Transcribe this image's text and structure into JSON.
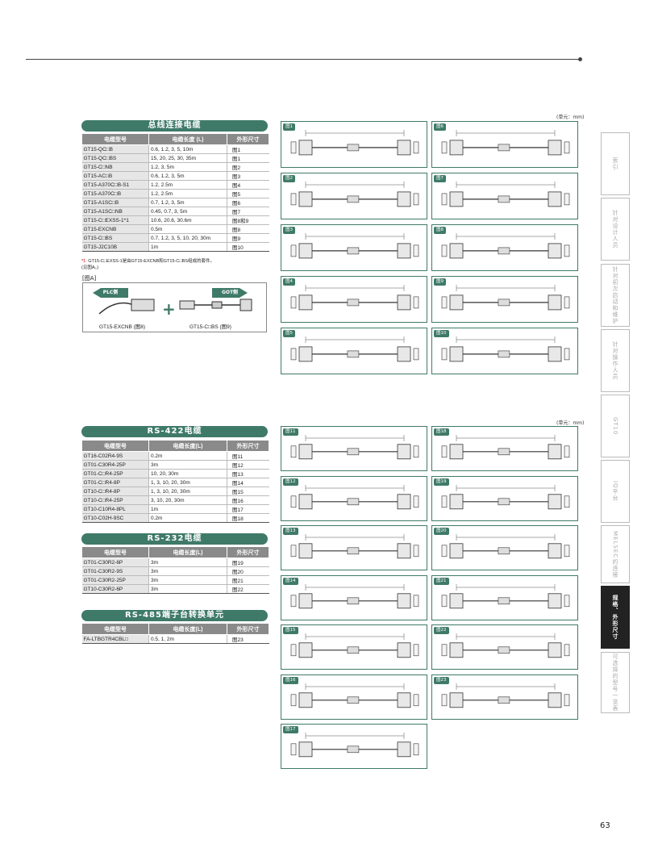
{
  "units_label": "(单元：mm)",
  "bus": {
    "title": "总线连接电缆",
    "headers": [
      "电缆型号",
      "电缆长度 (L)",
      "外形尺寸"
    ],
    "rows": [
      [
        "GT15-QC□B",
        "0.6, 1.2, 3, 5, 10m",
        "图1"
      ],
      [
        "GT15-QC□BS",
        "15, 20, 25, 30, 35m",
        "图1"
      ],
      [
        "GT15-C□NB",
        "1.2, 3, 5m",
        "图2"
      ],
      [
        "GT15-AC□B",
        "0.6, 1.2, 3, 5m",
        "图3"
      ],
      [
        "GT15-A370C□B-S1",
        "1.2, 2.5m",
        "图4"
      ],
      [
        "GT15-A370C□B",
        "1.2, 2.5m",
        "图5"
      ],
      [
        "GT15-A1SC□B",
        "0.7, 1.2, 3, 5m",
        "图6"
      ],
      [
        "GT15-A1SC□NB",
        "0.45, 0.7, 3, 5m",
        "图7"
      ],
      [
        "GT15-C□EXSS-1*1",
        "10.6, 20.6, 30.6m",
        "图8和9"
      ],
      [
        "GT15-EXCNB",
        "0.5m",
        "图8"
      ],
      [
        "GT15-C□BS",
        "0.7, 1.2, 3, 5, 10, 20, 30m",
        "图9"
      ],
      [
        "GT15-J2C10B",
        "1m",
        "图10"
      ]
    ],
    "note_mark": "*1:",
    "note": "GT15-C□EXSS-1是由GT15-EXCNB和GT15-C□BS组成的套件。",
    "note2": "(见图A。)",
    "figA_label": "[图A]",
    "figA_plc": "PLC侧",
    "figA_got": "GOT侧",
    "figA_cap1": "GT15-EXCNB (图8)",
    "figA_cap2": "GT15-C□BS (图9)"
  },
  "rs422": {
    "title": "RS-422电缆",
    "headers": [
      "电缆型号",
      "电缆长度(L)",
      "外形尺寸"
    ],
    "rows": [
      [
        "GT16-C02R4-9S",
        "0.2m",
        "图11"
      ],
      [
        "GT01-C30R4-25P",
        "3m",
        "图12"
      ],
      [
        "GT01-C□R4-25P",
        "10, 20, 30m",
        "图13"
      ],
      [
        "GT01-C□R4-8P",
        "1, 3, 10, 20, 30m",
        "图14"
      ],
      [
        "GT10-C□R4-8P",
        "1, 3, 10, 20, 30m",
        "图15"
      ],
      [
        "GT10-C□R4-25P",
        "3, 10, 20, 30m",
        "图16"
      ],
      [
        "GT10-C10R4-8PL",
        "1m",
        "图17"
      ],
      [
        "GT10-C02H-9SC",
        "0.2m",
        "图18"
      ]
    ]
  },
  "rs232": {
    "title": "RS-232电缆",
    "headers": [
      "电缆型号",
      "电缆长度(L)",
      "外形尺寸"
    ],
    "rows": [
      [
        "GT01-C30R2-6P",
        "3m",
        "图19"
      ],
      [
        "GT01-C30R2-9S",
        "3m",
        "图20"
      ],
      [
        "GT01-C30R2-25P",
        "3m",
        "图21"
      ],
      [
        "GT10-C30R2-6P",
        "3m",
        "图22"
      ]
    ]
  },
  "rs485": {
    "title": "RS-485端子台转换单元",
    "headers": [
      "电缆型号",
      "电缆长度(L)",
      "外形尺寸"
    ],
    "rows": [
      [
        "FA-LTBGTR4CBL□",
        "0.5, 1, 2m",
        "图23"
      ]
    ]
  },
  "panels_top": [
    "图1",
    "图6",
    "图2",
    "图7",
    "图3",
    "图8",
    "图4",
    "图9",
    "图5",
    "图10"
  ],
  "panels_bottom": [
    "图11",
    "图18",
    "图12",
    "图19",
    "图13",
    "图20",
    "图14",
    "图21",
    "图15",
    "图22",
    "图16",
    "图23",
    "图17"
  ],
  "side_tabs": [
    "索引",
    "针对设计人员",
    "针对初次启动和维护",
    "针对操作人员",
    "GT10",
    "IQ平台",
    "MELSEC的连接",
    "规格、外形尺寸",
    "可选择的型号一览表"
  ],
  "active_tab": 7,
  "page_number": "63"
}
